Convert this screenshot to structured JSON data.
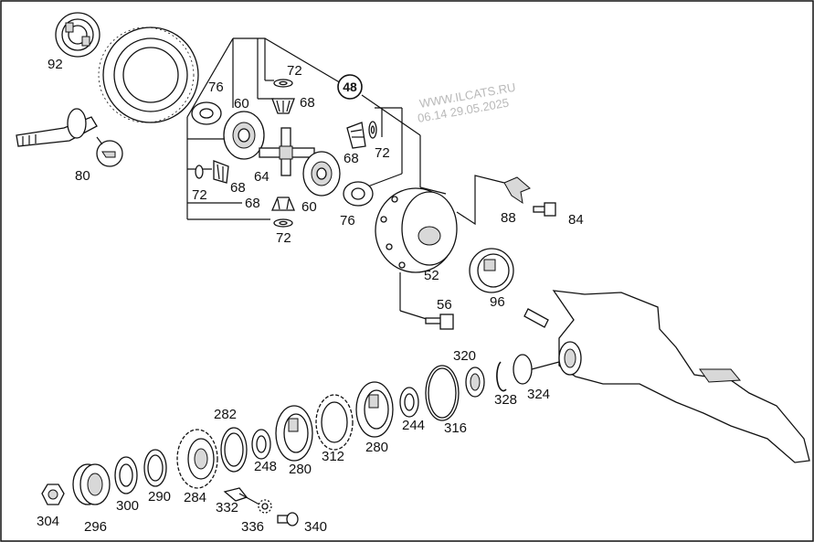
{
  "watermark": {
    "site": "WWW.ILCATS.RU",
    "stamp": "06.14 29.05.2025"
  },
  "callout": {
    "label": "48"
  },
  "parts": [
    {
      "id": "92",
      "label": "92"
    },
    {
      "id": "80",
      "label": "80"
    },
    {
      "id": "76a",
      "label": "76"
    },
    {
      "id": "60a",
      "label": "60"
    },
    {
      "id": "72a",
      "label": "72"
    },
    {
      "id": "68a",
      "label": "68"
    },
    {
      "id": "68b",
      "label": "68"
    },
    {
      "id": "72b",
      "label": "72"
    },
    {
      "id": "64",
      "label": "64"
    },
    {
      "id": "72c",
      "label": "72"
    },
    {
      "id": "68c",
      "label": "68"
    },
    {
      "id": "68d",
      "label": "68"
    },
    {
      "id": "60b",
      "label": "60"
    },
    {
      "id": "76b",
      "label": "76"
    },
    {
      "id": "72d",
      "label": "72"
    },
    {
      "id": "88",
      "label": "88"
    },
    {
      "id": "84",
      "label": "84"
    },
    {
      "id": "52",
      "label": "52"
    },
    {
      "id": "96",
      "label": "96"
    },
    {
      "id": "56",
      "label": "56"
    },
    {
      "id": "320",
      "label": "320"
    },
    {
      "id": "328",
      "label": "328"
    },
    {
      "id": "324",
      "label": "324"
    },
    {
      "id": "316",
      "label": "316"
    },
    {
      "id": "244",
      "label": "244"
    },
    {
      "id": "280a",
      "label": "280"
    },
    {
      "id": "312",
      "label": "312"
    },
    {
      "id": "280b",
      "label": "280"
    },
    {
      "id": "282",
      "label": "282"
    },
    {
      "id": "248",
      "label": "248"
    },
    {
      "id": "284",
      "label": "284"
    },
    {
      "id": "290",
      "label": "290"
    },
    {
      "id": "300",
      "label": "300"
    },
    {
      "id": "296",
      "label": "296"
    },
    {
      "id": "304",
      "label": "304"
    },
    {
      "id": "332",
      "label": "332"
    },
    {
      "id": "336",
      "label": "336"
    },
    {
      "id": "340",
      "label": "340"
    }
  ]
}
